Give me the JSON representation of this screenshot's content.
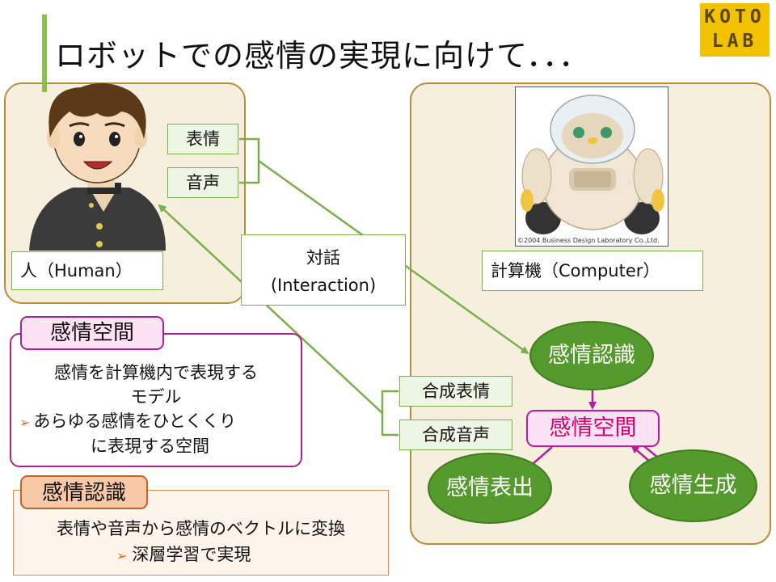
{
  "title": "ロボットでの感情の実現に向けて．．．",
  "logo": {
    "line1": "KOTO",
    "line2": "LAB"
  },
  "human": {
    "label": "人（Human）",
    "expression_label": "表情",
    "voice_label": "音声"
  },
  "interaction": {
    "line1": "対話",
    "line2": "(Interaction)"
  },
  "computer": {
    "label": "計算機（Computer）",
    "photo_credit": "©2004 Business Design Laboratory Co.,Ltd.",
    "synth_expression": "合成表情",
    "synth_voice": "合成音声"
  },
  "flow": {
    "recognition": "感情認識",
    "space": "感情空間",
    "expression": "感情表出",
    "generation": "感情生成"
  },
  "emotion_space_card": {
    "heading": "感情空間",
    "line1": "感情を計算機内で表現する",
    "line2": "モデル",
    "bullet": "あらゆる感情をひとくくり",
    "line4": "に表現する空間"
  },
  "emotion_recognition_card": {
    "heading": "感情認識",
    "line1": "表情や音声から感情のベクトルに変換",
    "bullet": "深層学習で実現"
  },
  "colors": {
    "accent_green": "#559a2c",
    "arrow_green": "#79b04a",
    "magenta": "#b81d9c",
    "panel_fill": "#f6efde",
    "panel_border": "#b78e3c"
  }
}
